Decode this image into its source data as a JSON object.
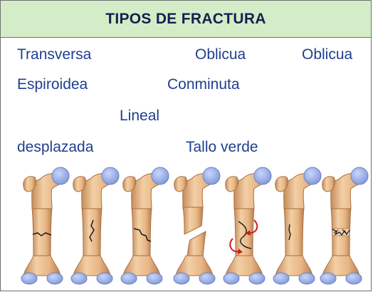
{
  "title": "TIPOS DE FRACTURA",
  "labels": {
    "transversa": "Transversa",
    "oblicua_1": "Oblicua",
    "oblicua_2": "Oblicua",
    "espiroidea": "Espiroidea",
    "conminuta": "Conminuta",
    "lineal": "Lineal",
    "desplazada": "desplazada",
    "tallo_verde": "Tallo verde"
  },
  "illustration": {
    "bone_color": "#e8ba8c",
    "bone_shade": "#b97e4f",
    "cartilage_color": "#8fa6e0",
    "fracture_line_color": "#1a1a1a",
    "arrow_color": "#d11a1a",
    "bones": [
      {
        "icon": "bone-transverse-fracture-icon"
      },
      {
        "icon": "bone-oblique-fracture-icon"
      },
      {
        "icon": "bone-oblique-fracture-icon"
      },
      {
        "icon": "bone-displaced-fracture-icon"
      },
      {
        "icon": "bone-spiral-fracture-icon"
      },
      {
        "icon": "bone-linear-fracture-icon"
      },
      {
        "icon": "bone-comminuted-fracture-icon"
      }
    ]
  }
}
